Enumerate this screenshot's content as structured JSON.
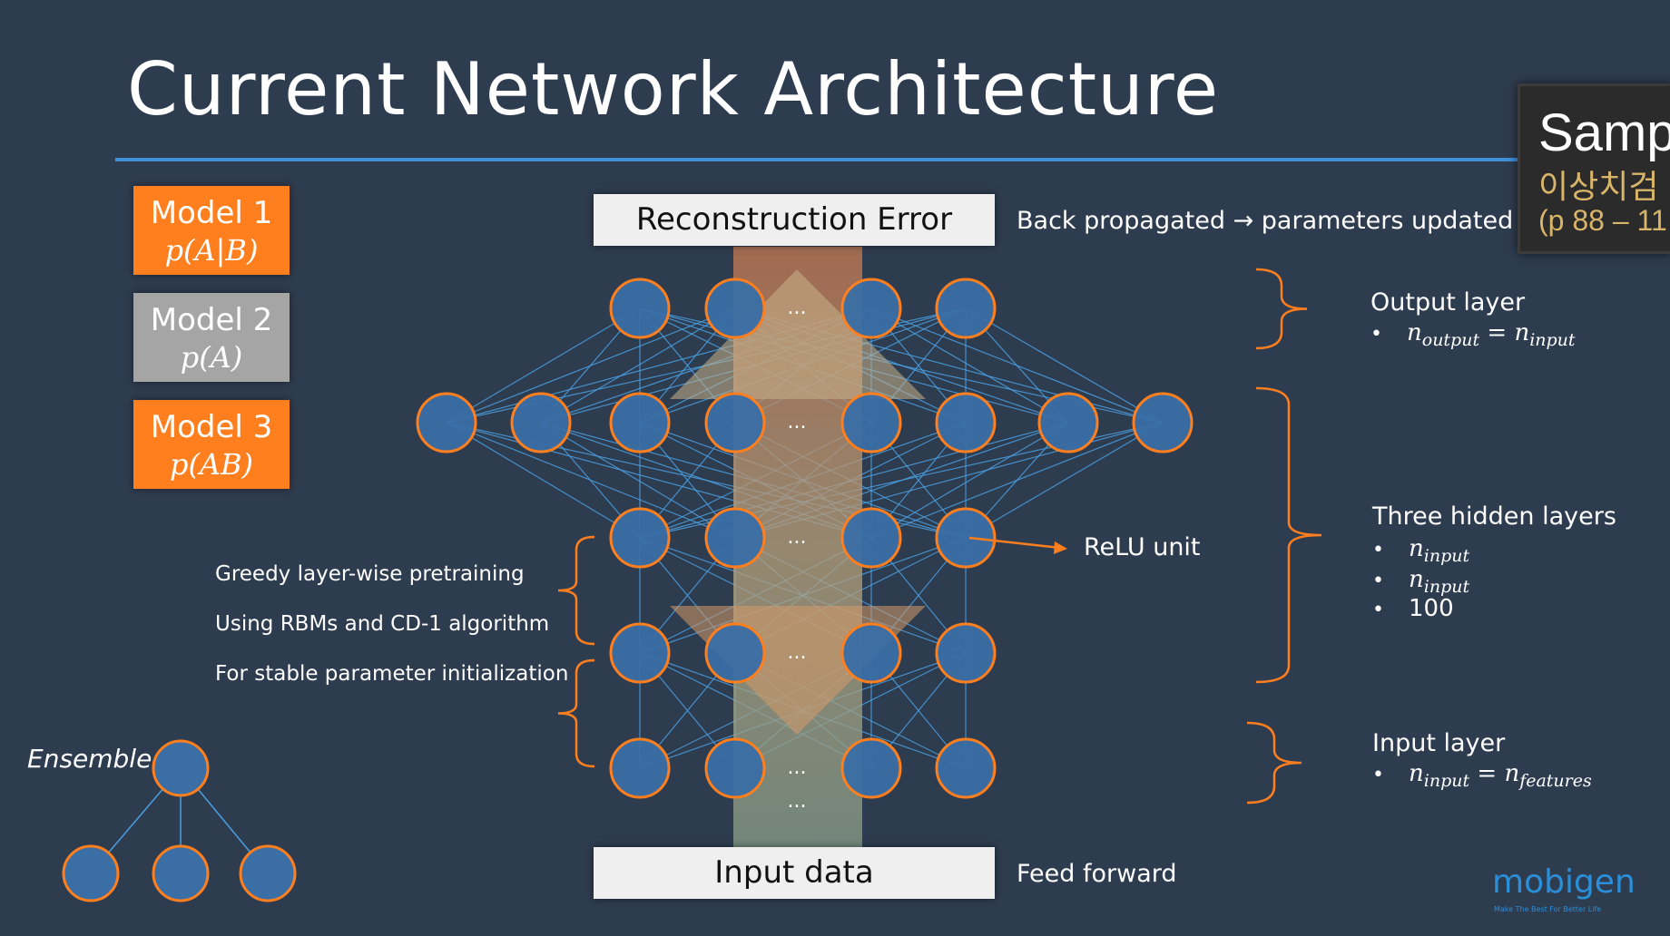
{
  "title": "Current Network Architecture",
  "models": [
    {
      "name": "Model 1",
      "prob": "p(A|B)",
      "color": "#ff7f1e"
    },
    {
      "name": "Model 2",
      "prob": "p(A)",
      "color": "#a5a5a5"
    },
    {
      "name": "Model 3",
      "prob": "p(AB)",
      "color": "#ff7f1e"
    }
  ],
  "reconstruction_box": "Reconstruction Error",
  "back_propagated": "Back propagated → parameters updated",
  "input_box": "Input data",
  "feed_forward": "Feed forward",
  "relu_label": "ReLU unit",
  "ellipsis": "...",
  "pretraining_notes": [
    "Greedy layer-wise pretraining",
    "Using RBMs and CD-1 algorithm",
    "For stable parameter initialization"
  ],
  "output_layer": {
    "title": "Output layer",
    "bullet": {
      "lhs": "n",
      "lhs_sub": "output",
      "op": "=",
      "rhs": "n",
      "rhs_sub": "input"
    }
  },
  "hidden_layers": {
    "title": "Three hidden layers",
    "bullets": [
      {
        "base": "n",
        "sub": "input"
      },
      {
        "base": "n",
        "sub": "input"
      },
      {
        "text": "100"
      }
    ]
  },
  "input_layer": {
    "title": "Input layer",
    "bullet": {
      "lhs": "n",
      "lhs_sub": "input",
      "op": "=",
      "rhs": "n",
      "rhs_sub": "features"
    }
  },
  "bullet_char": "•",
  "ensemble_label": "Ensemble",
  "sample_box": {
    "title": "Samp",
    "korean": "이상치검",
    "pages": "(p 88 – 11"
  },
  "logo": {
    "name": "mobigen",
    "tagline": "Make The Best For Better Life"
  },
  "colors": {
    "background": "#2e3c4f",
    "node_fill": "#3a6ea5",
    "node_stroke": "#ff7f1e",
    "connection": "#4a9fe0",
    "accent_orange": "#ff7f1e",
    "accent_blue": "#3f8fd6"
  }
}
